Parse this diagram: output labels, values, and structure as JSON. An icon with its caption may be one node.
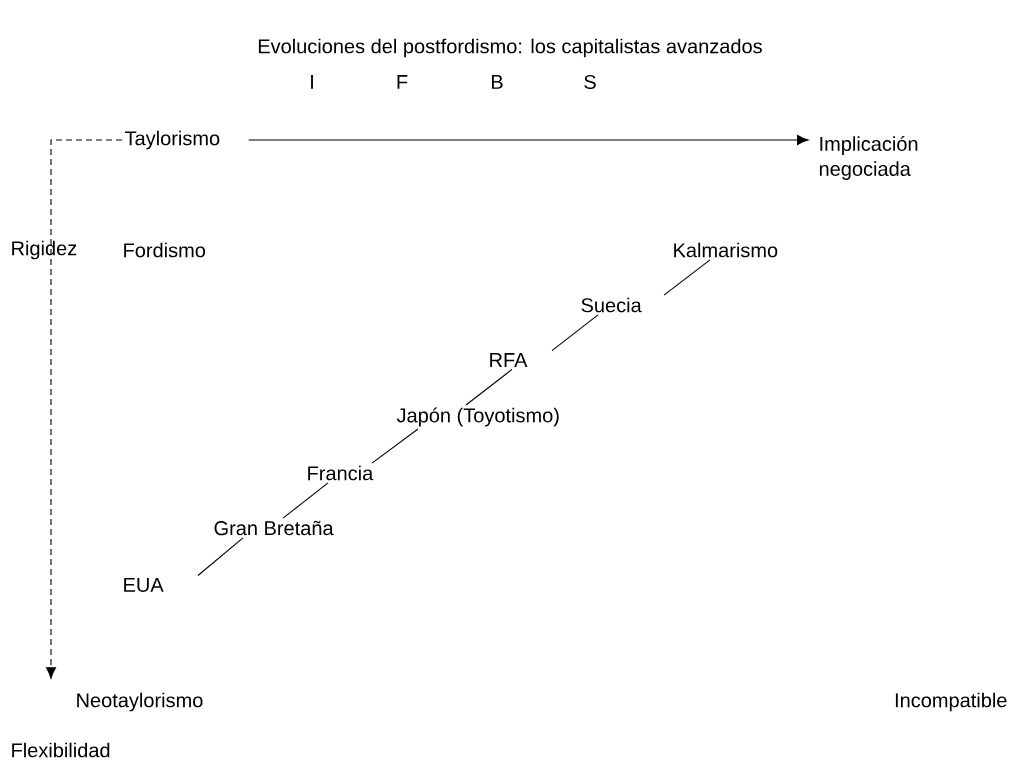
{
  "diagram": {
    "title": "Evoluciones del postfordismo: los capitalistas avanzados",
    "nodes": [
      {
        "text": [
          "Taylorismo"
        ]
      },
      {
        "text": [
          "Implicación negociada"
        ]
      },
      {
        "text": [
          "EUA"
        ]
      },
      {
        "text": [
          "Gran Bretaña"
        ]
      },
      {
        "text": [
          "Francia"
        ]
      },
      {
        "text": [
          "Japón (Toyotismo)"
        ]
      },
      {
        "text": [
          "RFA"
        ]
      },
      {
        "text": [
          "Suecia"
        ]
      },
      {
        "text": [
          "Kalmarismo"
        ]
      },
      {
        "text": [
          "Neotaylorismo"
        ]
      }
    ],
    "edges": [
      {
        "from": 0,
        "to": 1,
        "arrow": "to"
      },
      {
        "from": 0,
        "to": 9,
        "arrow": "to",
        "style": "dashed"
      },
      {
        "from": 2,
        "to": 3,
        "arrow": "none"
      },
      {
        "from": 3,
        "to": 4,
        "arrow": "none"
      },
      {
        "from": 4,
        "to": 5,
        "arrow": "none"
      },
      {
        "from": 5,
        "to": 6,
        "arrow": "none"
      },
      {
        "from": 6,
        "to": 7,
        "arrow": "none"
      },
      {
        "from": 7,
        "to": 8,
        "arrow": "none"
      }
    ],
    "labels": [
      "I",
      "F",
      "B",
      "S",
      "Rigidez",
      "Fordismo",
      "Incompatible",
      "Flexibilidad"
    ]
  }
}
